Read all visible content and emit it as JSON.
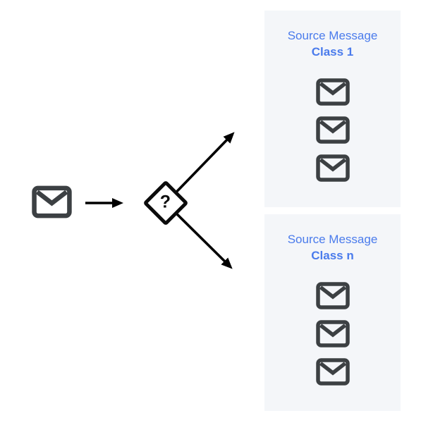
{
  "colors": {
    "accent_blue": "#4a7bec",
    "icon_gray": "#3c4043",
    "box_bg": "#f4f6f9",
    "arrow_color": "#000000",
    "diamond_color": "#0b0b0b"
  },
  "input": {
    "icon": "envelope-icon"
  },
  "decision": {
    "label": "?"
  },
  "classes": [
    {
      "title": "Source Message",
      "subtitle": "Class 1",
      "envelope_count": 3
    },
    {
      "title": "Source Message",
      "subtitle": "Class n",
      "envelope_count": 3
    }
  ]
}
